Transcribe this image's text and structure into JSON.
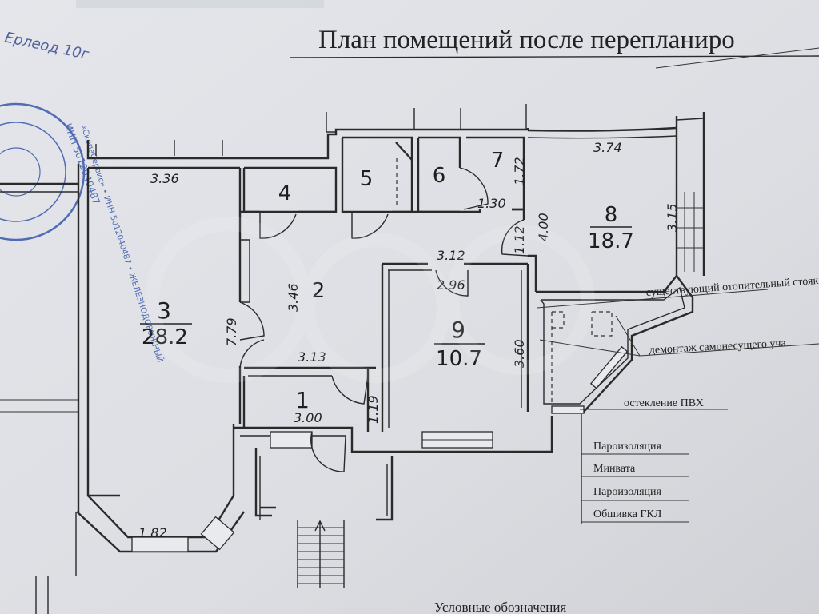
{
  "title": "План помещений после перепланиро",
  "legend_heading": "Условные обозначения",
  "stamp": {
    "text_outer": "«СкопаСервис» • ИНН 5012040487 • ЖЕЛЕЗНОДОРОЖНЫЙ",
    "text_inner": "ИНН 5012040487",
    "handwriting": "Ерлеод 10г"
  },
  "rooms": [
    {
      "id": "1",
      "area": ""
    },
    {
      "id": "2",
      "area": ""
    },
    {
      "id": "3",
      "area": "28.2"
    },
    {
      "id": "4",
      "area": ""
    },
    {
      "id": "5",
      "area": ""
    },
    {
      "id": "6",
      "area": ""
    },
    {
      "id": "7",
      "area": ""
    },
    {
      "id": "8",
      "area": "18.7"
    },
    {
      "id": "9",
      "area": "10.7"
    }
  ],
  "dimensions": {
    "d336": "3.36",
    "d182": "1.82",
    "d779": "7.79",
    "d346": "3.46",
    "d313": "3.13",
    "d119": "1.19",
    "d300": "3.00",
    "d312": "3.12",
    "d296": "2.96",
    "d360": "3.60",
    "d130": "1.30",
    "d172": "1.72",
    "d112": "1.12",
    "d400": "4.00",
    "d374": "3.74",
    "d315": "3.15"
  },
  "annotations": {
    "riser": "существующий отопительный стояк",
    "demolition": "демонтаж самонесущего уча",
    "glazing": "остекление ПВХ"
  },
  "layers": [
    "Пароизоляция",
    "Минвата",
    "Пароизоляция",
    "Обшивка ГКЛ"
  ]
}
